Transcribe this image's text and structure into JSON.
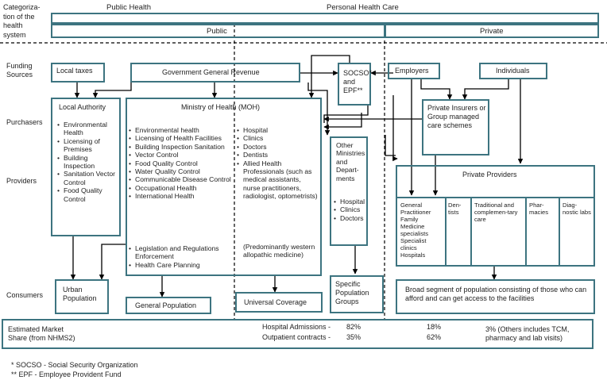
{
  "categorization": {
    "label": "Categoriza-\ntion of the\nhealth\nsystem",
    "public_health": "Public Health",
    "personal_health_care": "Personal Health Care",
    "public": "Public",
    "private": "Private"
  },
  "rows": {
    "funding": "Funding\nSources",
    "purchasers": "Purchasers",
    "providers": "Providers",
    "consumers": "Consumers",
    "market_share": "Estimated Market\nShare (from NHMS2)"
  },
  "funding": {
    "local_taxes": "Local taxes",
    "gov_revenue": "Government General Revenue",
    "socso": "SOCSO*\nand\nEPF**",
    "employers": "Employers",
    "individuals": "Individuals"
  },
  "local_authority": {
    "title": "Local Authority",
    "items": [
      "Environmental Health",
      "Licensing of Premises",
      "Building Inspection",
      "Sanitation Vector Control",
      "Food Quality Control"
    ]
  },
  "moh": {
    "title": "Ministry of Health (MOH)",
    "public_items": [
      "Environmental health",
      "Licensing of Health Facilities",
      "Building Inspection Sanitation",
      "Vector Control",
      "Food Quality Control",
      "Water Quality Control",
      "Communicable Disease Control",
      "Occupational Health",
      "International Health"
    ],
    "planning_items": [
      "Legislation and Regulations Enforcement",
      "Health Care Planning"
    ],
    "care_items": [
      "Hospital",
      "Clinics",
      "Doctors",
      "Dentists",
      "Allied Health Professionals (such as medical assistants, nurse practitioners, radiologist, optometrists)"
    ],
    "note": "(Predominantly western allopathic medicine)"
  },
  "other_ministries": {
    "title": "Other Ministries and Depart-ments",
    "items": [
      "Hospital",
      "Clinics",
      "Doctors"
    ]
  },
  "private_insurers": "Private Insurers or Group managed care schemes",
  "private_providers": {
    "title": "Private Providers",
    "cols": [
      "General Practitioner Family Medicine specialists Specialist clinics Hospitals",
      "Den-tists",
      "Traditional and complemen-tary care",
      "Phar-macies",
      "Diag-nostic labs"
    ]
  },
  "consumers": {
    "urban": "Urban Population",
    "general": "General Population",
    "universal": "Universal Coverage",
    "specific": "Specific Population Groups",
    "broad": "Broad segment of population consisting of those who can afford and can get access to the facilities"
  },
  "market_share": {
    "hospital_admissions_label": "Hospital Admissions -",
    "hospital_admissions_public": "82%",
    "outpatient_label": "Outpatient contracts -",
    "outpatient_public": "35%",
    "hospital_admissions_private": "18%",
    "outpatient_private": "62%",
    "others": "3% (Others includes TCM, pharmacy and lab visits)"
  },
  "footnotes": {
    "socso": "* SOCSO - Social Security Organization",
    "epf": "** EPF - Employee Provident Fund"
  },
  "colors": {
    "box_border": "#3d7480",
    "line": "#000000"
  }
}
